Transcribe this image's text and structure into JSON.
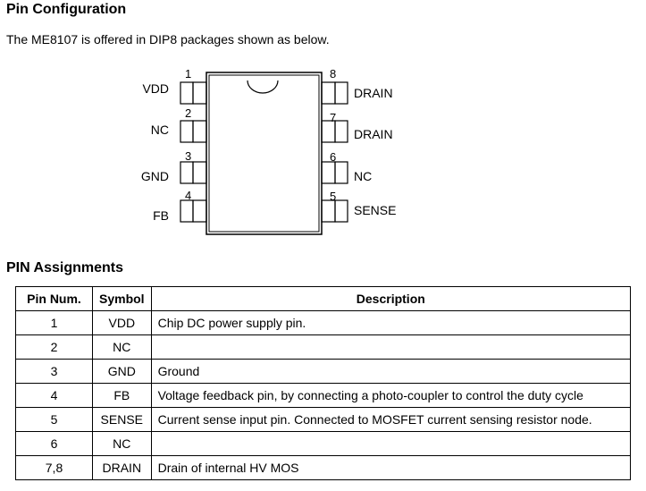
{
  "section_title": "Pin Configuration",
  "intro_text": "The ME8107 is offered in DIP8 packages shown as below.",
  "package": {
    "left_pins": [
      {
        "num": "1",
        "label": "VDD"
      },
      {
        "num": "2",
        "label": "NC"
      },
      {
        "num": "3",
        "label": "GND"
      },
      {
        "num": "4",
        "label": "FB"
      }
    ],
    "right_pins": [
      {
        "num": "8",
        "label": "DRAIN"
      },
      {
        "num": "7",
        "label": "DRAIN"
      },
      {
        "num": "6",
        "label": "NC"
      },
      {
        "num": "5",
        "label": "SENSE"
      }
    ]
  },
  "assignments": {
    "title": "PIN Assignments",
    "headers": [
      "Pin Num.",
      "Symbol",
      "Description"
    ],
    "rows": [
      {
        "pin": "1",
        "symbol": "VDD",
        "desc": "Chip DC power supply pin."
      },
      {
        "pin": "2",
        "symbol": "NC",
        "desc": ""
      },
      {
        "pin": "3",
        "symbol": "GND",
        "desc": "Ground"
      },
      {
        "pin": "4",
        "symbol": "FB",
        "desc": "Voltage feedback pin, by connecting a photo-coupler to control the duty cycle"
      },
      {
        "pin": "5",
        "symbol": "SENSE",
        "desc": "Current sense input pin. Connected to MOSFET current sensing resistor node."
      },
      {
        "pin": "6",
        "symbol": "NC",
        "desc": ""
      },
      {
        "pin": "7,8",
        "symbol": "DRAIN",
        "desc": "Drain of internal HV MOS"
      }
    ]
  }
}
